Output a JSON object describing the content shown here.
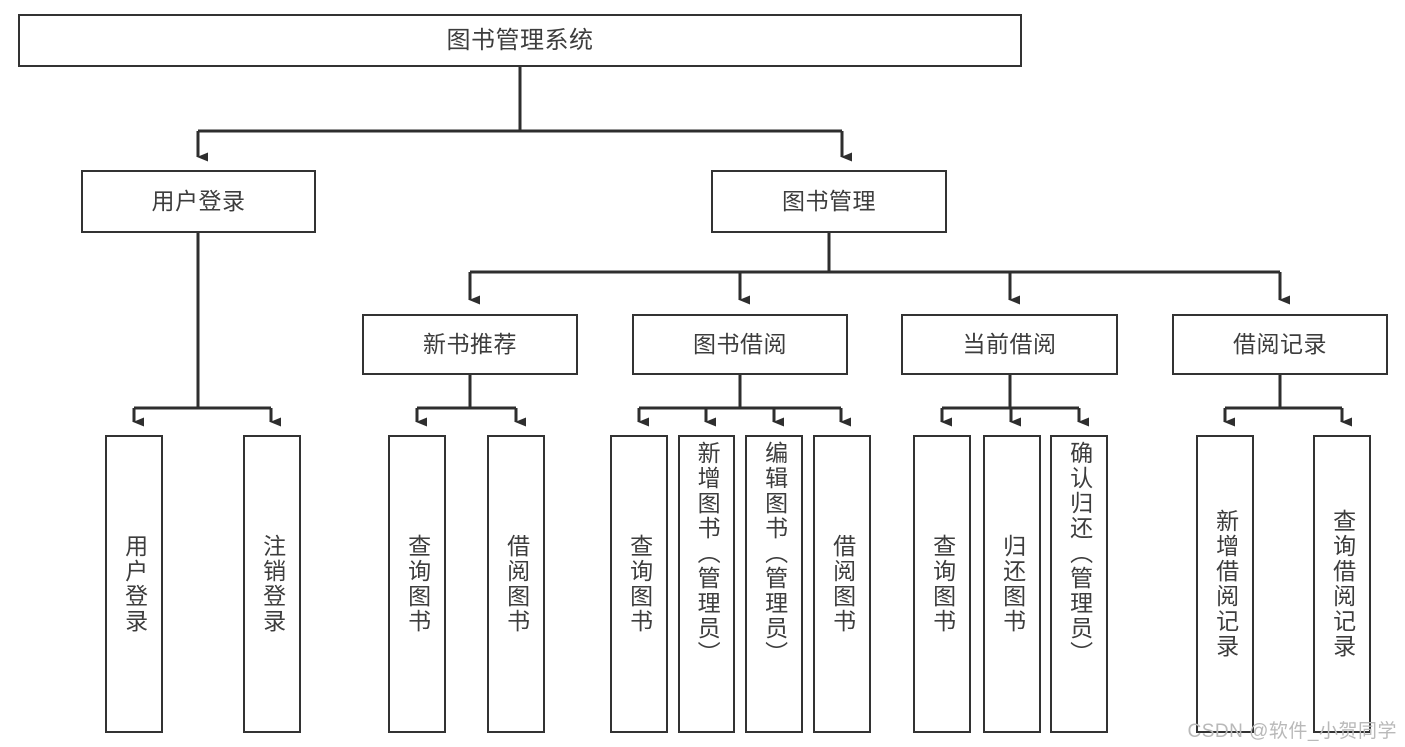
{
  "diagram": {
    "type": "tree-hierarchy",
    "title": "图书管理系统",
    "orientation": "top-down",
    "colors": {
      "box_border": "#333333",
      "box_fill": "#ffffff",
      "text": "#3d3d3d",
      "edge": "#2e2e2e",
      "watermark": "#b9b9b9",
      "background": "#ffffff"
    },
    "nodes": {
      "root": {
        "label": "图书管理系统",
        "level": 1
      },
      "level2": [
        {
          "id": "user-login",
          "label": "用户登录"
        },
        {
          "id": "book-manage",
          "label": "图书管理"
        }
      ],
      "level3": [
        {
          "id": "new-book-recommend",
          "label": "新书推荐"
        },
        {
          "id": "book-borrow",
          "label": "图书借阅"
        },
        {
          "id": "current-borrow",
          "label": "当前借阅"
        },
        {
          "id": "borrow-record",
          "label": "借阅记录"
        }
      ],
      "leaves": {
        "user-login": [
          {
            "id": "leaf-user-login",
            "label": "用户登录"
          },
          {
            "id": "leaf-logout-login",
            "label": "注销登录"
          }
        ],
        "new-book-recommend": [
          {
            "id": "leaf-query-book-1",
            "label": "查询图书"
          },
          {
            "id": "leaf-borrow-book-1",
            "label": "借阅图书"
          }
        ],
        "book-borrow": [
          {
            "id": "leaf-query-book-2",
            "label": "查询图书"
          },
          {
            "id": "leaf-add-book",
            "label": "新增图书（管理员）"
          },
          {
            "id": "leaf-edit-book",
            "label": "编辑图书（管理员）"
          },
          {
            "id": "leaf-borrow-book-2",
            "label": "借阅图书"
          }
        ],
        "current-borrow": [
          {
            "id": "leaf-query-book-3",
            "label": "查询图书"
          },
          {
            "id": "leaf-return-book",
            "label": "归还图书"
          },
          {
            "id": "leaf-confirm-return",
            "label": "确认归还（管理员）"
          }
        ],
        "borrow-record": [
          {
            "id": "leaf-add-record",
            "label": "新增借阅记录"
          },
          {
            "id": "leaf-query-record",
            "label": "查询借阅记录"
          }
        ]
      }
    },
    "watermark": "CSDN @软件_小贺同学"
  }
}
